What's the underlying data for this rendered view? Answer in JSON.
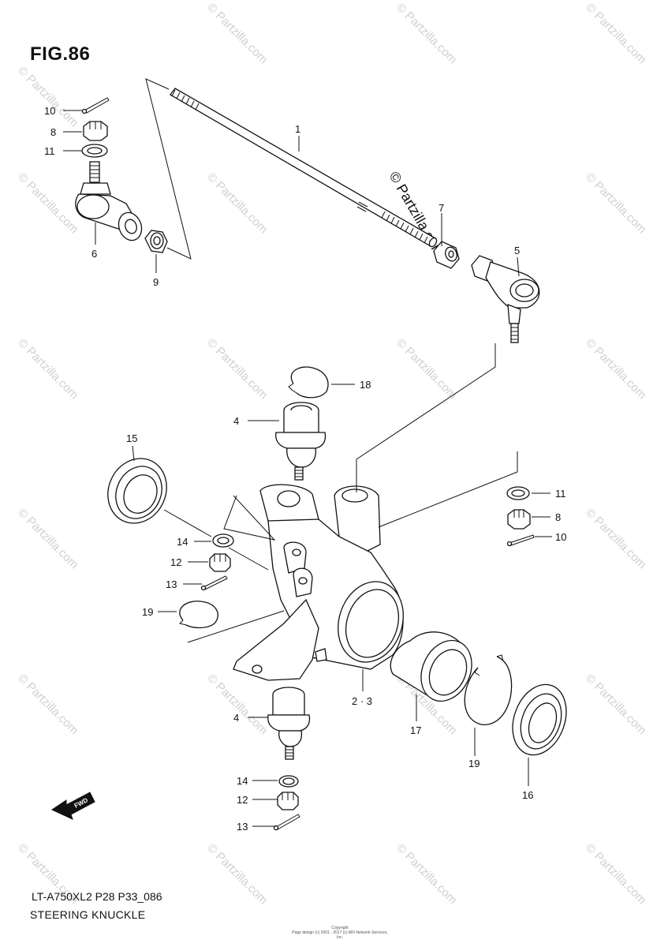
{
  "figure": {
    "title": "FIG.86",
    "code": "LT-A750XL2 P28 P33_086",
    "name": "STEERING KNUCKLE",
    "copyright_line1": "Copyright",
    "copyright_line2": "Page design (c) 2001 - 2017 (c) ARI Network Services, Inc."
  },
  "watermark": {
    "text": "© Partzilla.com",
    "center_text": "© Partzilla.com"
  },
  "callouts": {
    "tie_rod": "1",
    "knuckle": "2 · 3",
    "ball_joint_upper": "4",
    "ball_joint_lower": "4",
    "tie_rod_end_right": "5",
    "tie_rod_end_left": "6",
    "nut_7": "7",
    "nut_8_top": "8",
    "nut_8_right": "8",
    "nut_9": "9",
    "cotter_10_top": "10",
    "cotter_10_right": "10",
    "washer_11_top": "11",
    "washer_11_right": "11",
    "nut_12_upper": "12",
    "nut_12_lower": "12",
    "cotter_13_upper": "13",
    "cotter_13_lower": "13",
    "washer_14_upper": "14",
    "washer_14_lower": "14",
    "seal_15": "15",
    "seal_16": "16",
    "bearing_17": "17",
    "circlip_18": "18",
    "circlip_19_left": "19",
    "circlip_19_right": "19"
  },
  "fwd_label": "FWD"
}
